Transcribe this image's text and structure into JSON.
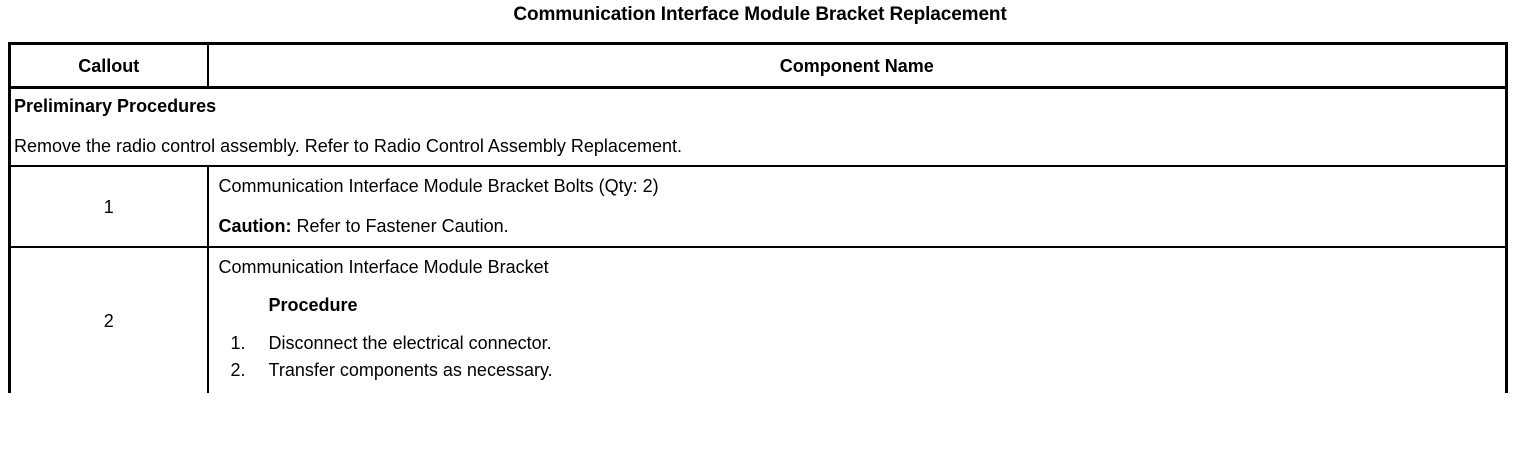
{
  "document": {
    "title": "Communication Interface Module Bracket Replacement"
  },
  "table": {
    "headers": {
      "callout": "Callout",
      "component": "Component Name"
    },
    "preliminary": {
      "heading": "Preliminary Procedures",
      "text": "Remove the radio control assembly. Refer to Radio Control Assembly Replacement."
    },
    "rows": [
      {
        "callout": "1",
        "component_name": "Communication Interface Module Bracket Bolts (Qty: 2)",
        "caution_label": "Caution:",
        "caution_text": "Refer to Fastener Caution."
      },
      {
        "callout": "2",
        "component_name": "Communication Interface Module Bracket",
        "procedure_heading": "Procedure",
        "steps": [
          {
            "index": "1.",
            "text": "Disconnect the electrical connector."
          },
          {
            "index": "2.",
            "text": "Transfer components as necessary."
          }
        ]
      }
    ]
  },
  "colors": {
    "border": "#000000",
    "text": "#000000",
    "background": "#ffffff"
  }
}
